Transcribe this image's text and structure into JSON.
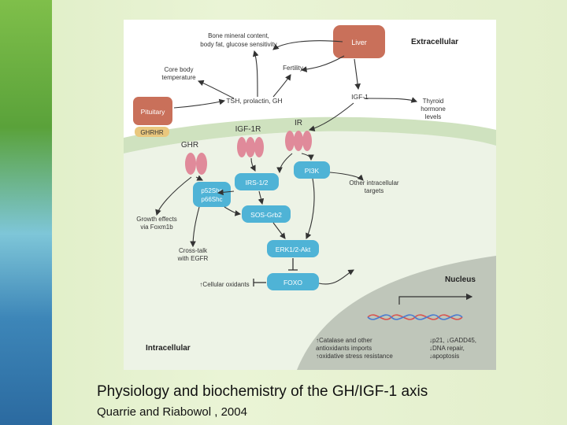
{
  "caption": {
    "title": "Physiology and biochemistry of the GH/IGF-1 axis",
    "subtitle": "Quarrie and Riabowol , 2004"
  },
  "diagram": {
    "extracellular": "Extracellular",
    "intracellular": "Intracellular",
    "nucleus": "Nucleus",
    "liver": "Liver",
    "pituitary": "Pituitary",
    "ghrhr": "GHRHR",
    "bone_line1": "Bone mineral content,",
    "bone_line2": "body fat, glucose sensitivity",
    "core_line1": "Core body",
    "core_line2": "temperature",
    "fertility": "Fertility",
    "tsh": "TSH, prolactin, GH",
    "igf1": "IGF-1",
    "thyroid_line1": "Thyroid",
    "thyroid_line2": "hormone",
    "thyroid_line3": "levels",
    "igf1r": "IGF-1R",
    "ir": "IR",
    "ghr": "GHR",
    "pi3k": "PI3K",
    "irs": "IRS-1/2",
    "shc_line1": "p52Shc",
    "shc_line2": "p66Shc",
    "sos": "SOS-Grb2",
    "erk": "ERK1/2-Akt",
    "foxo": "FOXO",
    "other_line1": "Other intracellular",
    "other_line2": "targets",
    "growth_line1": "Growth effects",
    "growth_line2": "via Foxm1b",
    "cross_line1": "Cross-talk",
    "cross_line2": "with EGFR",
    "oxidants": "↑Cellular oxidants",
    "catalase_line1": "↑Catalase and other",
    "catalase_line2": "antioxidants imports",
    "catalase_line3": "↑oxidative stress resistance",
    "p21_line1": "↓p21, ↓GADD45,",
    "p21_line2": "↓DNA repair,",
    "p21_line3": "↓apoptosis"
  },
  "colors": {
    "liver": "#c9705a",
    "pituitary": "#c9705a",
    "signal_box": "#4fb3d6",
    "receptor": "#e08a9a",
    "membrane": "#dfe9d4",
    "nucleus": "#b9bfb4"
  }
}
